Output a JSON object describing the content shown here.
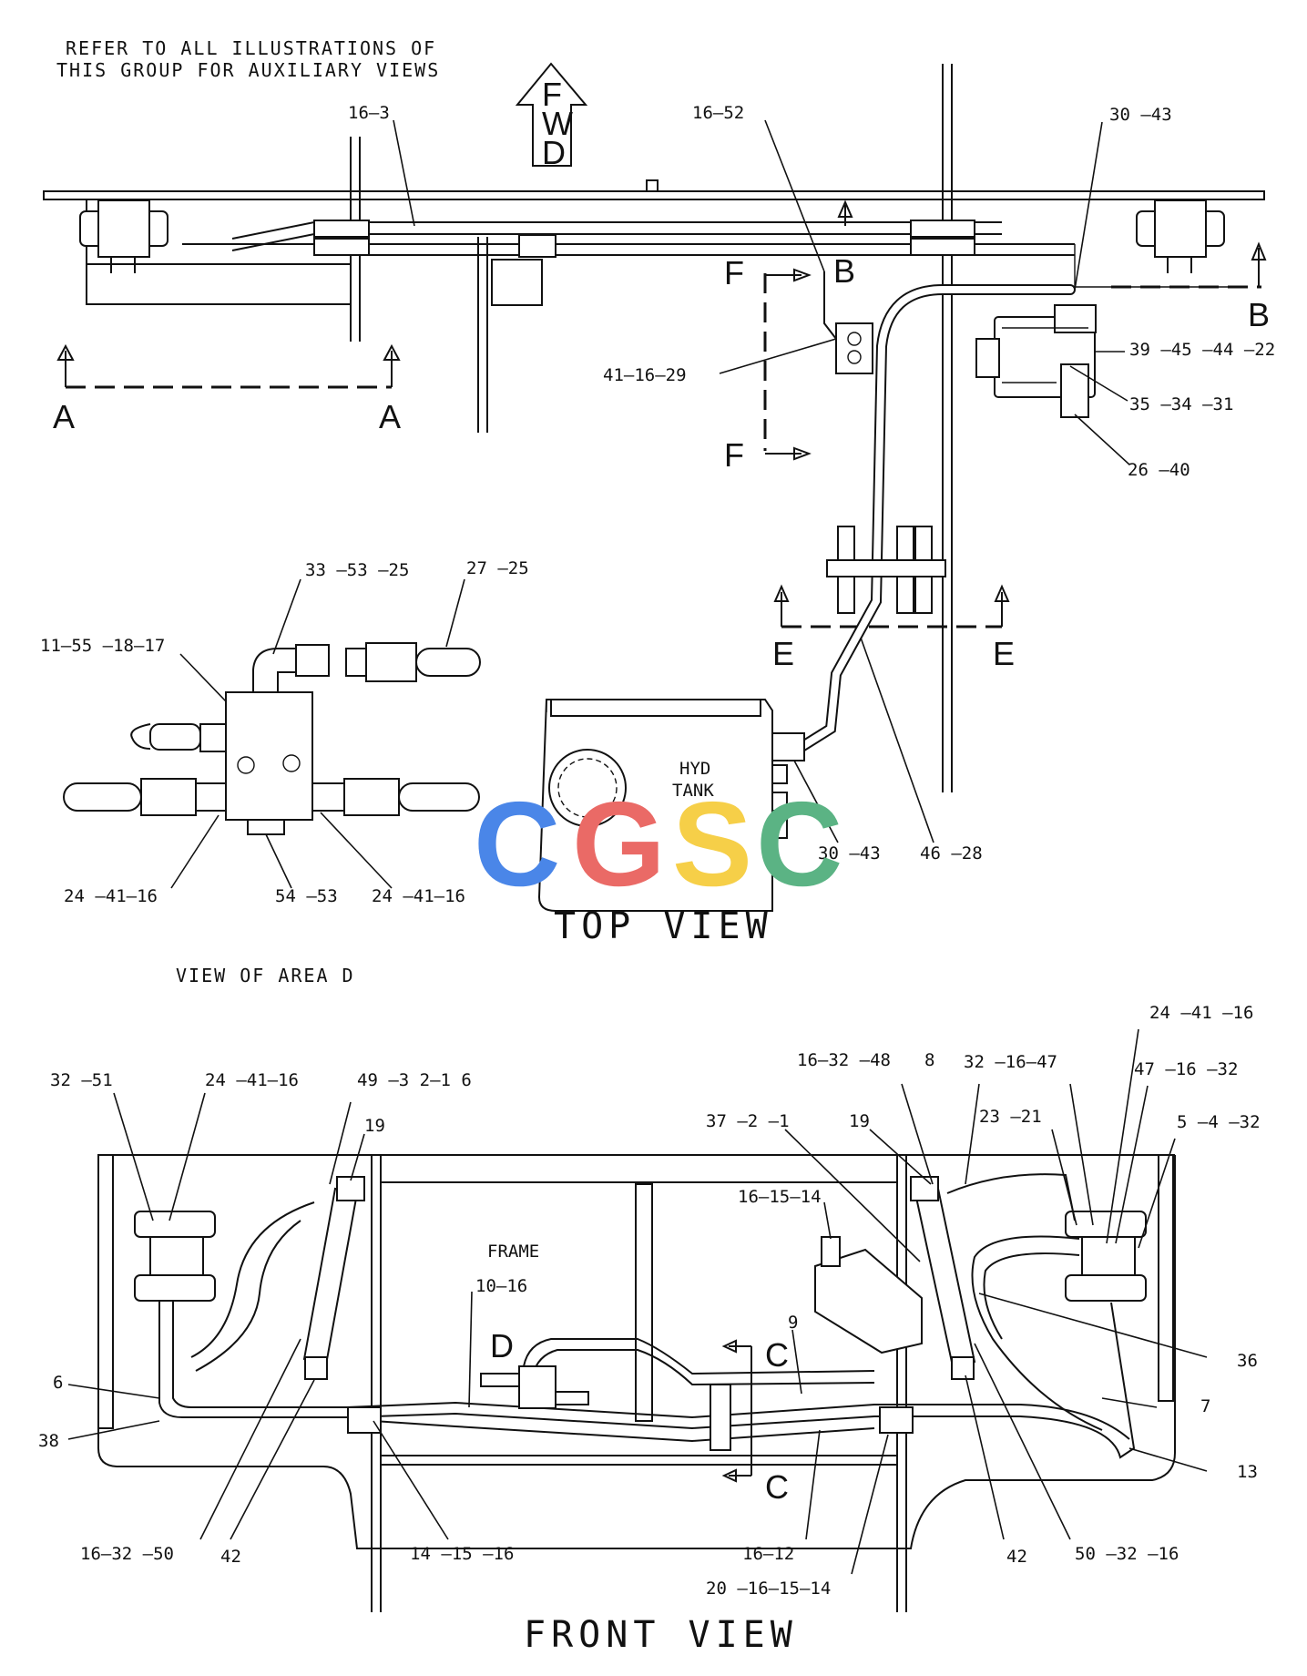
{
  "notes": {
    "refer_line1": "REFER TO ALL ILLUSTRATIONS OF",
    "refer_line2": "THIS GROUP FOR AUXILIARY VIEWS",
    "view_of_area": "VIEW OF AREA D",
    "fwd": [
      "F",
      "W",
      "D"
    ]
  },
  "titles": {
    "top_view": "TOP VIEW",
    "front_view": "FRONT VIEW",
    "hyd_tank_line1": "HYD",
    "hyd_tank_line2": "TANK",
    "frame": "FRAME"
  },
  "section_markers": {
    "a_left": "A",
    "a_right": "A",
    "b_top": "B",
    "b_right": "B",
    "e_left": "E",
    "e_right": "E",
    "f_top": "F",
    "f_bottom": "F",
    "c_top": "C",
    "c_bottom": "C",
    "d": "D"
  },
  "watermark": {
    "letters": [
      "C",
      "G",
      "S",
      "C"
    ],
    "colors": [
      "#4a86e8",
      "#ea6a66",
      "#f6cf48",
      "#5bb384"
    ]
  },
  "callouts_top": {
    "c16_3": "16–3",
    "c16_52": "16–52",
    "c30_43_top": "30 –43",
    "c41_16_29": "41–16–29",
    "c39_45_44_22": "39 –45 –44 –22",
    "c35_34_31": "35 –34 –31",
    "c26_40": "26 –40",
    "c33_53_25": "33 –53 –25",
    "c27_25": "27 –25",
    "c11_55_18_17": "11–55 –18–17",
    "c24_41_16_left": "24 –41–16",
    "c54_53": "54 –53",
    "c24_41_16_right": "24 –41–16",
    "c30_43_tank": "30 –43",
    "c46_28": "46 –28"
  },
  "callouts_front": {
    "c32_51": "32 –51",
    "c24_41_16_a": "24 –41–16",
    "c49_3_2_16": "49 –3 2–1 6",
    "c19_left": "19",
    "c6": "6",
    "c38": "38",
    "c16_32_50": "16–32 –50",
    "c42_left": "42",
    "c14_15_16": "14 –15 –16",
    "c10_16": "10–16",
    "c16_15_14": "16–15–14",
    "c37_2_1": "37 –2 –1",
    "c19_right": "19",
    "c16_32_48": "16–32 –48",
    "c8": "8",
    "c32_16_47": "32 –16–47",
    "c24_41_16_b": "24 –41 –16",
    "c47_16_32": "47 –16 –32",
    "c5_4_32": "5 –4 –32",
    "c23_21": "23 –21",
    "c9": "9",
    "c36": "36",
    "c7": "7",
    "c13": "13",
    "c42_right": "42",
    "c50_32_16": "50 –32 –16",
    "c16_12": "16–12",
    "c20_16_15_14": "20 –16–15–14"
  }
}
